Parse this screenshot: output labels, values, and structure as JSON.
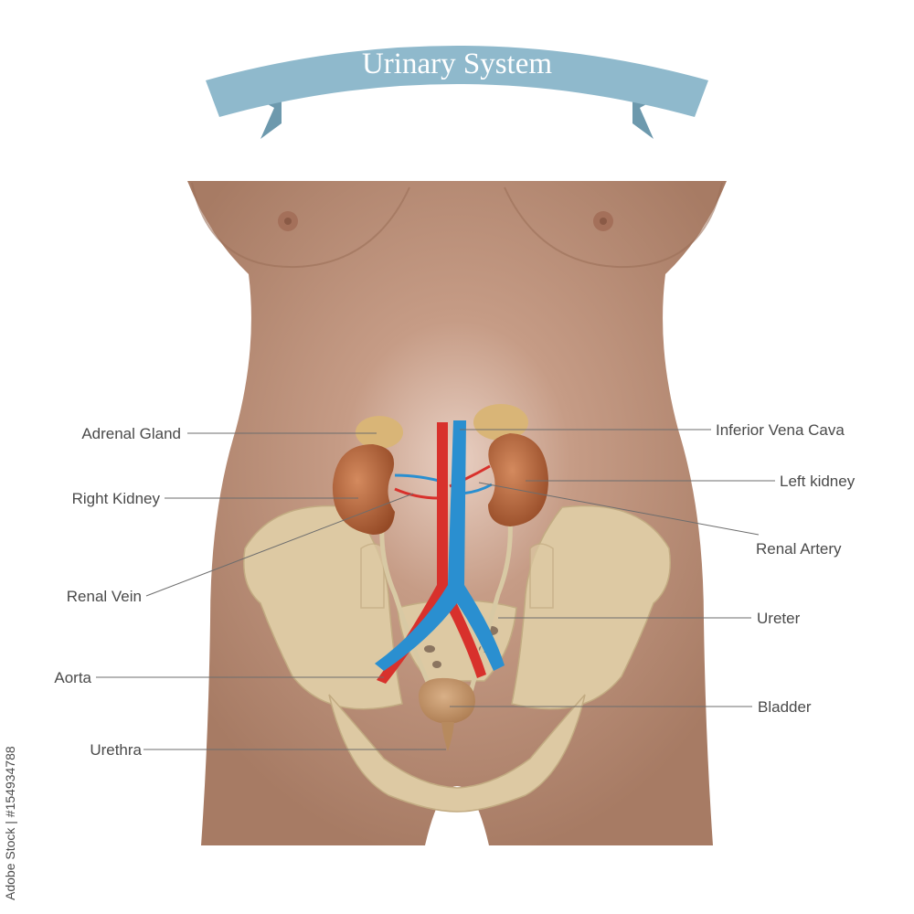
{
  "title": "Urinary System",
  "labels": {
    "adrenal_gland": "Adrenal Gland",
    "right_kidney": "Right Kidney",
    "renal_vein": "Renal Vein",
    "aorta": "Aorta",
    "urethra": "Urethra",
    "inferior_vena_cava": "Inferior Vena Cava",
    "left_kidney": "Left kidney",
    "renal_artery": "Renal Artery",
    "ureter": "Ureter",
    "bladder": "Bladder"
  },
  "side_text": "Adobe Stock | #154934788",
  "colors": {
    "ribbon": "#8fb9cc",
    "ribbon_dark": "#6d99ad",
    "skin": "#ab7f69",
    "bone": "#ddc9a3",
    "kidney": "#a85c34",
    "adrenal": "#d9b577",
    "artery": "#d8312c",
    "vein": "#2a8fd0",
    "bladder": "#c49a6c"
  }
}
